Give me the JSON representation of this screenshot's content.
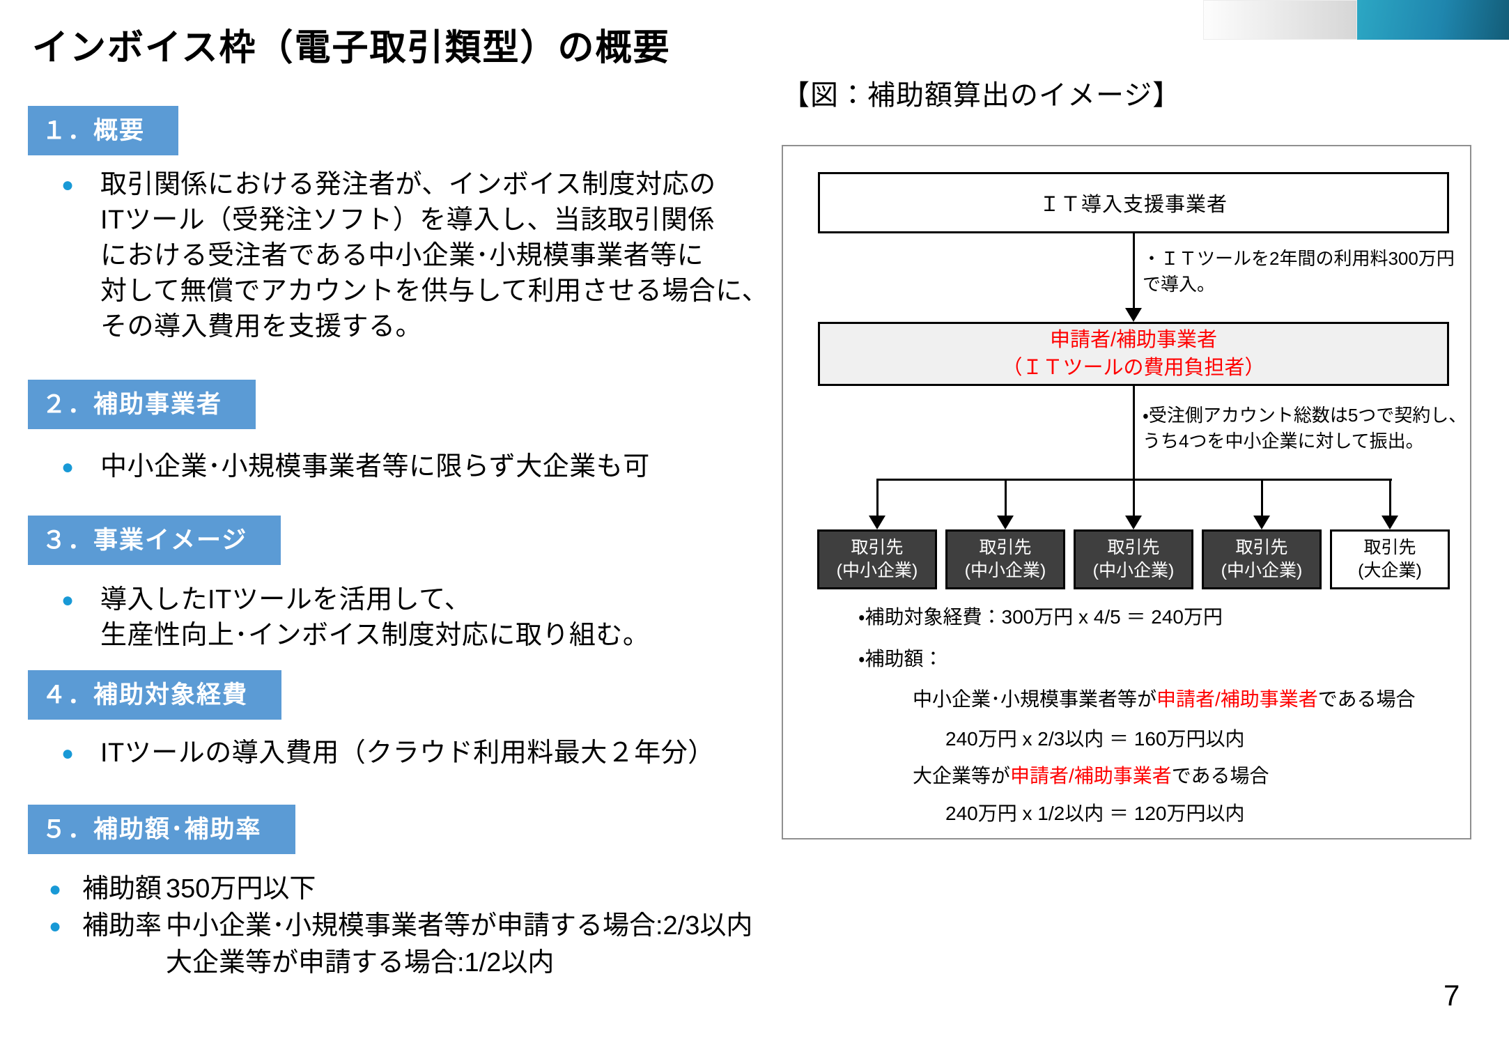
{
  "title": "インボイス枠（電子取引類型）の概要",
  "page_number": "7",
  "colors": {
    "section_header_bg": "#5B9BD5",
    "bullet_dot": "#1899D6",
    "highlight_red": "#FF0000",
    "partner_box_dark": "#3F3F3F",
    "applicant_box_bg": "#F0F0F0",
    "accent_bar_teal_start": "#2CA7C4",
    "accent_bar_teal_end": "#135C77",
    "accent_bar_gray_start": "#FDFDFD",
    "accent_bar_gray_end": "#D6D6D6"
  },
  "bullet_glyph": "●",
  "sections": [
    {
      "heading": "１．概要",
      "bullet_lines": [
        [
          "取引関係における発注者が、インボイス制度対応の",
          "ITツール（受発注ソフト）を導入し、当該取引関係",
          "における受注者である中小企業･小規模事業者等に",
          "対して無償でアカウントを供与して利用させる場合に、",
          "その導入費用を支援する。"
        ]
      ]
    },
    {
      "heading": "２．補助事業者",
      "bullet_lines": [
        [
          "中小企業･小規模事業者等に限らず大企業も可"
        ]
      ]
    },
    {
      "heading": "３．事業イメージ",
      "bullet_lines": [
        [
          "導入したITツールを活用して、",
          "生産性向上･インボイス制度対応に取り組む。"
        ]
      ]
    },
    {
      "heading": "４．補助対象経費",
      "bullet_lines": [
        [
          "ITツールの導入費用（クラウド利用料最大２年分）"
        ]
      ]
    },
    {
      "heading": "５．補助額･補助率",
      "rows": [
        {
          "label": "補助額",
          "value": "350万円以下"
        },
        {
          "label": "補助率",
          "value": "中小企業･小規模事業者等が申請する場合:2/3以内"
        },
        {
          "label": "",
          "value": "大企業等が申請する場合:1/2以内"
        }
      ]
    }
  ],
  "figure": {
    "caption": "【図：補助額算出のイメージ】",
    "vendor_box": "ＩＴ導入支援事業者",
    "note1_lines": [
      "・ＩＴツールを2年間の利用料300万円",
      "で導入。"
    ],
    "applicant_box_lines": [
      "申請者/補助事業者",
      "（ＩＴツールの費用負担者）"
    ],
    "note2_lines": [
      "・受注側アカウント総数は5つで契約し、",
      "うち4つを中小企業に対して振出。"
    ],
    "partners": [
      {
        "line1": "取引先",
        "line2": "(中小企業)"
      },
      {
        "line1": "取引先",
        "line2": "(中小企業)"
      },
      {
        "line1": "取引先",
        "line2": "(中小企業)"
      },
      {
        "line1": "取引先",
        "line2": "(大企業)"
      }
    ],
    "calc": {
      "expense": "・補助対象経費：300万円 x 4/5 ＝ 240万円",
      "subsidy_label": "・補助額：",
      "case1_pre": "中小企業･小規模事業者等が",
      "case1_red": "申請者/補助事業者",
      "case1_post": "である場合",
      "case1_calc": "240万円 x 2/3以内 ＝ 160万円以内",
      "case2_pre": "大企業等が",
      "case2_red": "申請者/補助事業者",
      "case2_post": "である場合",
      "case2_calc": "240万円 x 1/2以内 ＝ 120万円以内"
    }
  }
}
